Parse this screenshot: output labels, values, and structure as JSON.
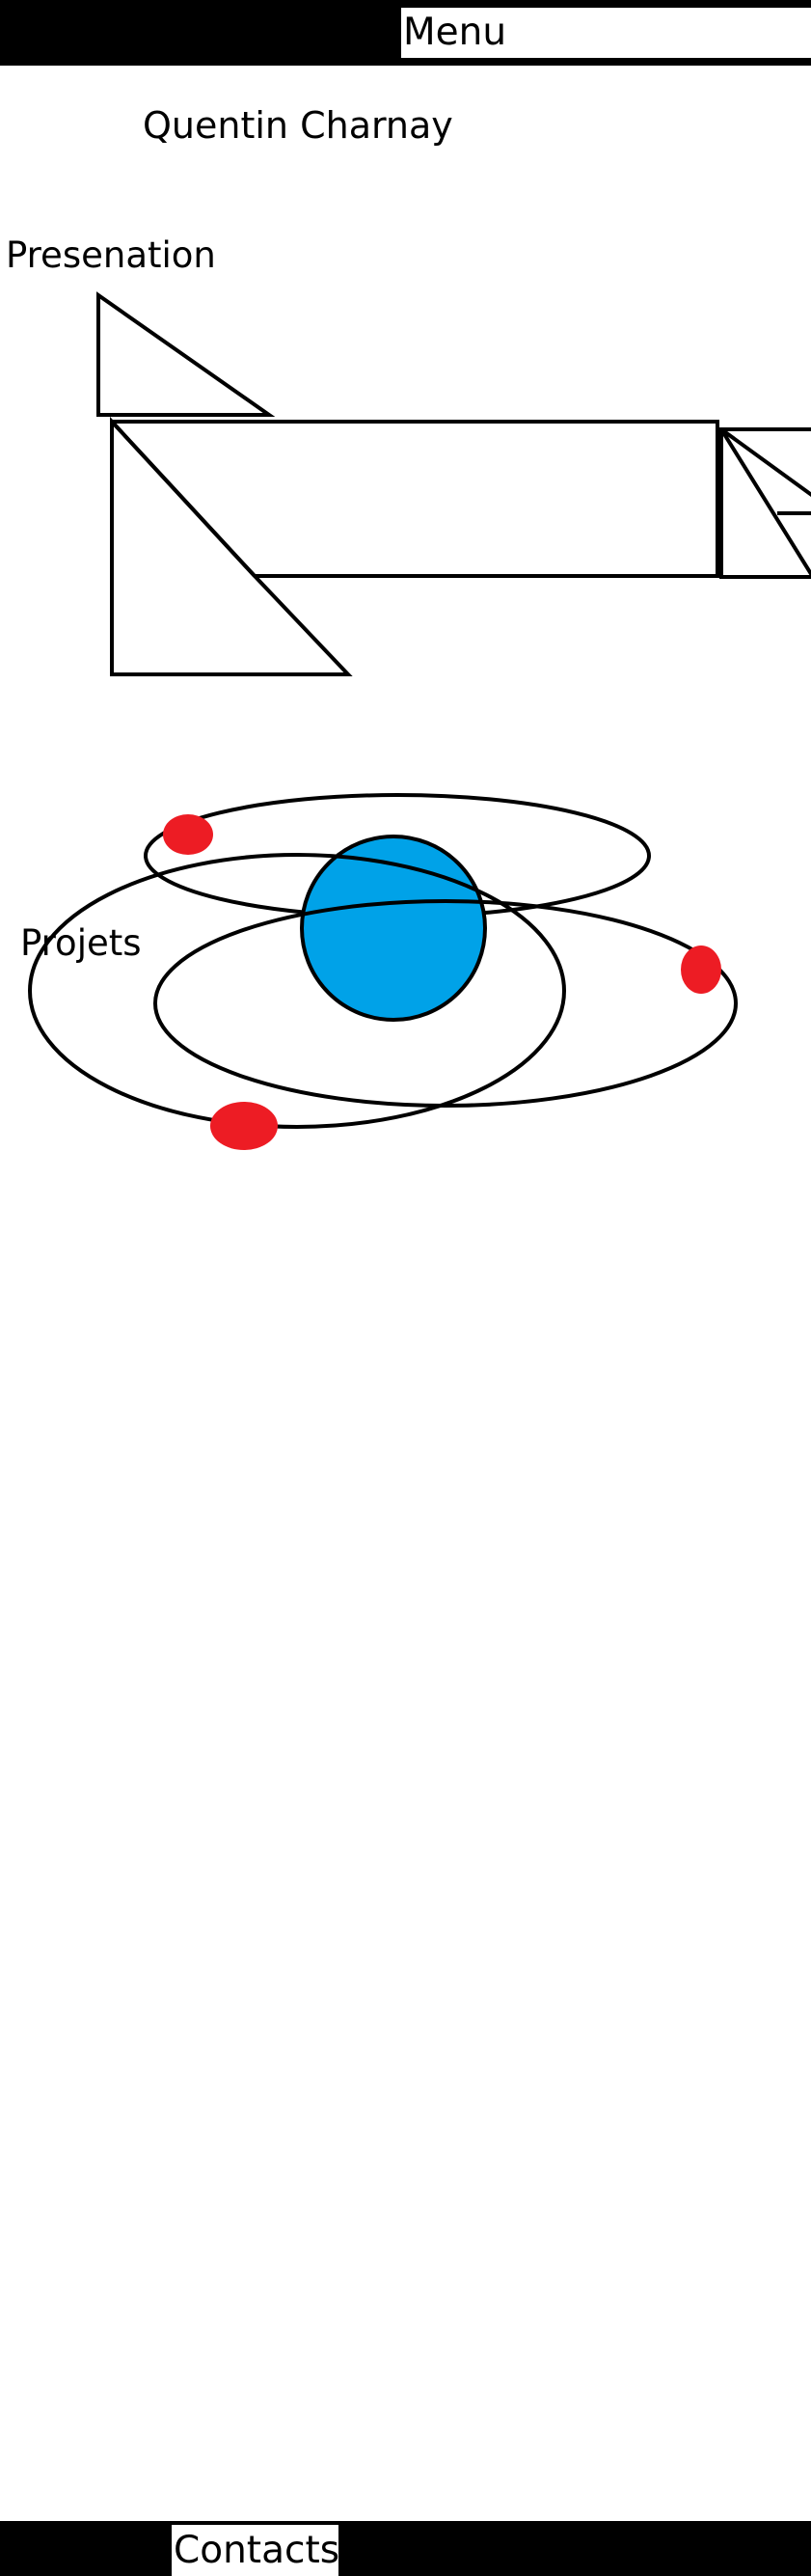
{
  "header": {
    "menu_label": "Menu"
  },
  "profile": {
    "name": "Quentin Charnay"
  },
  "sections": {
    "presentation_label": "Presenation",
    "projects_label": "Projets"
  },
  "footer": {
    "contacts_label": "Contacts"
  },
  "drawings": {
    "presentation_icon": "rocket-drawing-icon",
    "projects_icon": "planet-orbits-icon"
  },
  "colors": {
    "bar": "#000000",
    "background": "#ffffff",
    "planet": "#00a2e8",
    "moons": "#ed1c24"
  }
}
